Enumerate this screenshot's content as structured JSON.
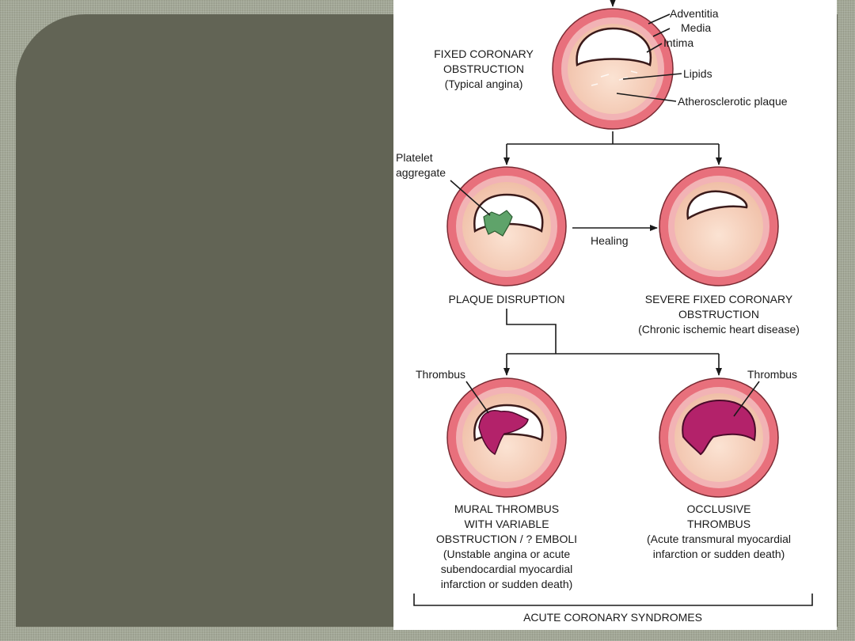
{
  "diagram": {
    "top": {
      "title": "FIXED CORONARY",
      "title2": "OBSTRUCTION",
      "subtitle": "(Typical angina)",
      "layer_labels": [
        "Adventitia",
        "Media",
        "Intima",
        "Lipids",
        "Atherosclerotic plaque"
      ]
    },
    "platelet_label": [
      "Platelet",
      "aggregate"
    ],
    "healing_label": "Healing",
    "plaque_disruption": "PLAQUE DISRUPTION",
    "severe_fixed": [
      "SEVERE FIXED CORONARY",
      "OBSTRUCTION",
      "(Chronic ischemic heart disease)"
    ],
    "thrombus_left": "Thrombus",
    "thrombus_right": "Thrombus",
    "mural": [
      "MURAL THROMBUS",
      "WITH VARIABLE",
      "OBSTRUCTION / ? EMBOLI",
      "(Unstable angina or acute",
      "subendocardial myocardial",
      "infarction or sudden death)"
    ],
    "occlusive": [
      "OCCLUSIVE",
      "THROMBUS",
      "(Acute transmural myocardial",
      "infarction or sudden death)"
    ],
    "footer": "ACUTE CORONARY SYNDROMES"
  },
  "colors": {
    "slide_panel": "#626455",
    "slide_border": "#a3a897",
    "adventitia": "#e8707c",
    "media": "#f2b3b5",
    "plaque": "#f4cdb8",
    "thrombus": "#b3226a",
    "platelet": "#5fa36a"
  }
}
